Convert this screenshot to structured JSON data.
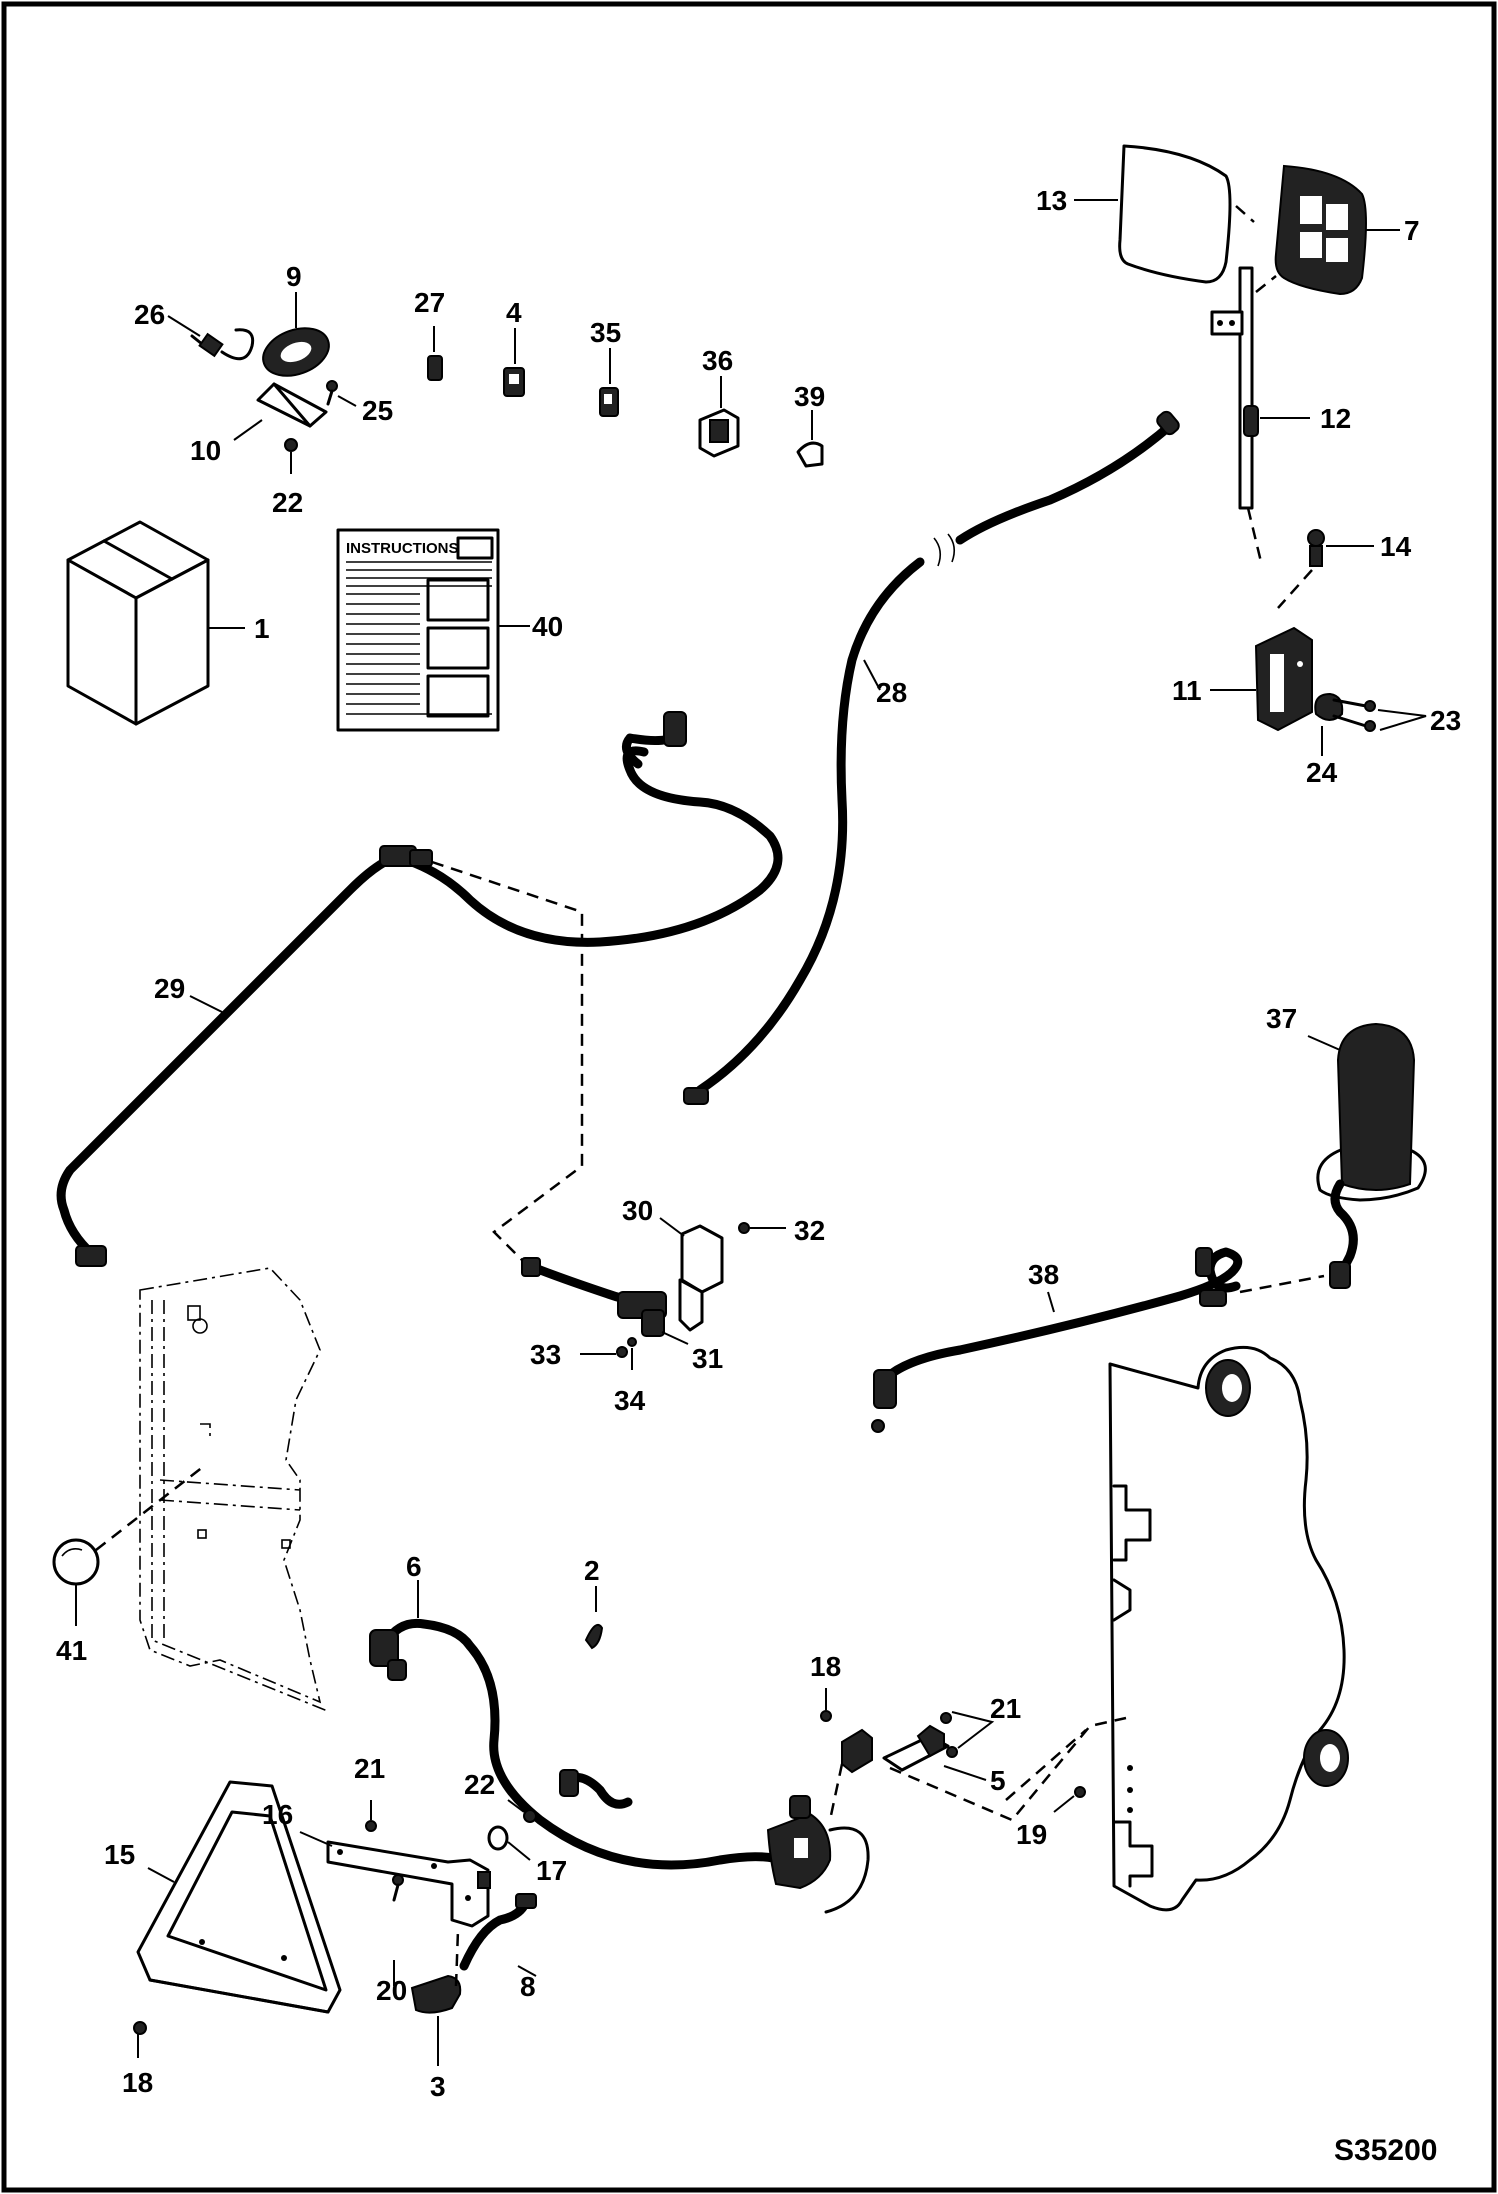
{
  "figure_code": "S35200",
  "instructions_title": "INSTRUCTIONS",
  "callouts": [
    {
      "id": "c1",
      "text": "1"
    },
    {
      "id": "c2",
      "text": "2"
    },
    {
      "id": "c3",
      "text": "3"
    },
    {
      "id": "c4",
      "text": "4"
    },
    {
      "id": "c5",
      "text": "5"
    },
    {
      "id": "c6",
      "text": "6"
    },
    {
      "id": "c7",
      "text": "7"
    },
    {
      "id": "c8",
      "text": "8"
    },
    {
      "id": "c9",
      "text": "9"
    },
    {
      "id": "c10",
      "text": "10"
    },
    {
      "id": "c11",
      "text": "11"
    },
    {
      "id": "c12",
      "text": "12"
    },
    {
      "id": "c13",
      "text": "13"
    },
    {
      "id": "c14",
      "text": "14"
    },
    {
      "id": "c15",
      "text": "15"
    },
    {
      "id": "c16",
      "text": "16"
    },
    {
      "id": "c17",
      "text": "17"
    },
    {
      "id": "c18a",
      "text": "18"
    },
    {
      "id": "c18b",
      "text": "18"
    },
    {
      "id": "c19",
      "text": "19"
    },
    {
      "id": "c20",
      "text": "20"
    },
    {
      "id": "c21a",
      "text": "21"
    },
    {
      "id": "c21b",
      "text": "21"
    },
    {
      "id": "c22a",
      "text": "22"
    },
    {
      "id": "c22b",
      "text": "22"
    },
    {
      "id": "c23",
      "text": "23"
    },
    {
      "id": "c24",
      "text": "24"
    },
    {
      "id": "c25",
      "text": "25"
    },
    {
      "id": "c26",
      "text": "26"
    },
    {
      "id": "c27",
      "text": "27"
    },
    {
      "id": "c28",
      "text": "28"
    },
    {
      "id": "c29",
      "text": "29"
    },
    {
      "id": "c30",
      "text": "30"
    },
    {
      "id": "c31",
      "text": "31"
    },
    {
      "id": "c32",
      "text": "32"
    },
    {
      "id": "c33",
      "text": "33"
    },
    {
      "id": "c34",
      "text": "34"
    },
    {
      "id": "c35",
      "text": "35"
    },
    {
      "id": "c36",
      "text": "36"
    },
    {
      "id": "c37",
      "text": "37"
    },
    {
      "id": "c38",
      "text": "38"
    },
    {
      "id": "c39",
      "text": "39"
    },
    {
      "id": "c40",
      "text": "40"
    },
    {
      "id": "c41",
      "text": "41"
    }
  ]
}
